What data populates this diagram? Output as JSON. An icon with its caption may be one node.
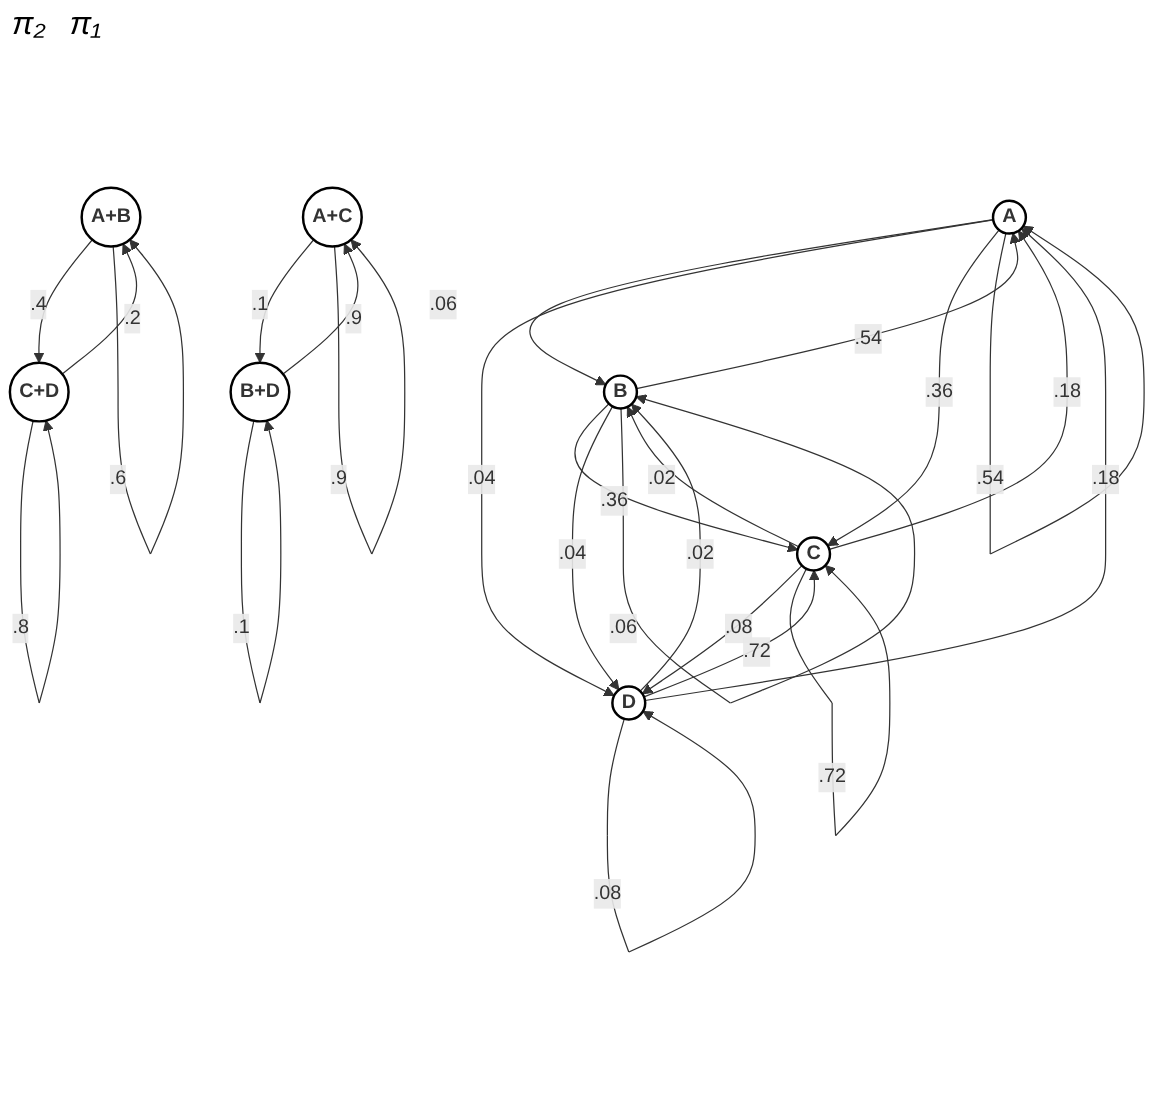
{
  "diagram": {
    "nodes": [
      {
        "text": [
          "A"
        ]
      },
      {
        "text": [
          "B"
        ]
      },
      {
        "text": [
          "C"
        ]
      },
      {
        "text": [
          "D"
        ]
      },
      {
        "text": [
          "A+B"
        ]
      },
      {
        "text": [
          "C+D"
        ]
      },
      {
        "text": [
          "A+C"
        ]
      },
      {
        "text": [
          "B+D"
        ]
      }
    ],
    "edges": [
      {
        "from": 1,
        "to": 0,
        "arrow": "to",
        "label": ".54"
      },
      {
        "from": 0,
        "to": 1,
        "arrow": "to",
        "label": ".06"
      },
      {
        "from": 0,
        "to": 3,
        "arrow": "to",
        "label": ".04"
      },
      {
        "from": 1,
        "to": 2,
        "arrow": "to",
        "label": ".36"
      },
      {
        "from": 0,
        "to": 2,
        "arrow": "to",
        "label": ".36"
      },
      {
        "from": 2,
        "to": 1,
        "arrow": "to",
        "label": ".02"
      },
      {
        "from": 1,
        "to": 3,
        "arrow": "to",
        "label": ".04"
      },
      {
        "from": 3,
        "to": 1,
        "arrow": "to",
        "label": ".02"
      },
      {
        "from": 2,
        "to": 0,
        "arrow": "to",
        "label": ".18"
      },
      {
        "from": 3,
        "to": 0,
        "arrow": "to",
        "label": ".18"
      },
      {
        "from": 2,
        "to": 3,
        "arrow": "to",
        "label": ".08"
      },
      {
        "from": 3,
        "to": 2,
        "arrow": "to",
        "label": ".72"
      },
      {
        "from": 4,
        "to": 5,
        "arrow": "to",
        "label": ".4"
      },
      {
        "from": 5,
        "to": 4,
        "arrow": "to",
        "label": ".2"
      },
      {
        "from": 6,
        "to": 7,
        "arrow": "to",
        "label": ".1"
      },
      {
        "from": 7,
        "to": 6,
        "arrow": "to",
        "label": ".9"
      },
      {
        "from": 0,
        "to": 0,
        "arrow": "to",
        "label": ".54"
      },
      {
        "from": 1,
        "to": 1,
        "arrow": "to",
        "label": ".06"
      },
      {
        "from": 2,
        "to": 2,
        "arrow": "to",
        "label": ".72"
      },
      {
        "from": 3,
        "to": 3,
        "arrow": "to",
        "label": ".08"
      },
      {
        "from": 4,
        "to": 4,
        "arrow": "to",
        "label": ".6"
      },
      {
        "from": 5,
        "to": 5,
        "arrow": "to",
        "label": ".8"
      },
      {
        "from": 6,
        "to": 6,
        "arrow": "to",
        "label": ".9"
      },
      {
        "from": 7,
        "to": 7,
        "arrow": "to",
        "label": ".1"
      }
    ],
    "labels": [
      "π₂",
      "π₁"
    ]
  }
}
